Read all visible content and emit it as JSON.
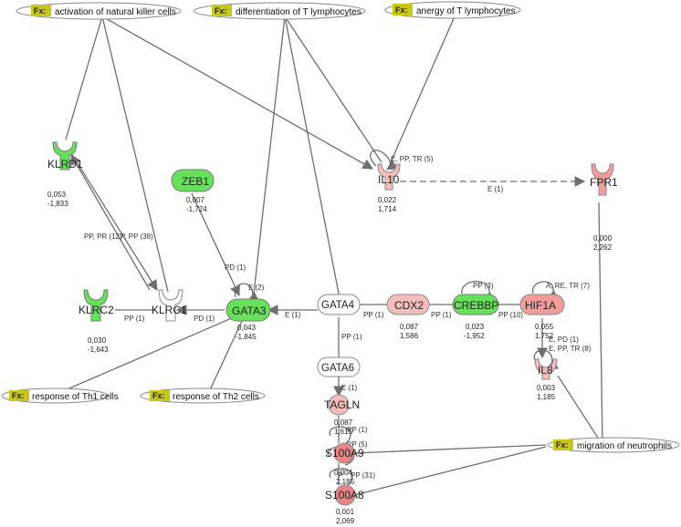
{
  "colors": {
    "edge": "#6f6f6f",
    "node_outline": "#8a8a8a",
    "up_light": "#f5bcbc",
    "up_mid": "#f29c9c",
    "up_dark": "#e98585",
    "down": "#66e25a",
    "neutral": "#ffffff",
    "fx_tag": "#c8c814"
  },
  "functions": {
    "nk_activation": {
      "tag": "Fx:",
      "label": "activation of natural killer cells"
    },
    "t_diff": {
      "tag": "Fx:",
      "label": "differentiation of T lymphocytes"
    },
    "t_anergy": {
      "tag": "Fx:",
      "label": "anergy of T lymphocytes"
    },
    "th1": {
      "tag": "Fx:",
      "label": "response of Th1 cells"
    },
    "th2": {
      "tag": "Fx:",
      "label": "response of Th2 cells"
    },
    "neutro": {
      "tag": "Fx:",
      "label": "migration of neutrophils"
    }
  },
  "nodes": {
    "klrd1": {
      "name": "KLRD1",
      "v1": "0,053",
      "v2": "-1,833"
    },
    "zeb1": {
      "name": "ZEB1",
      "v1": "0,007",
      "v2": "-1,724"
    },
    "il10": {
      "name": "IL10",
      "v1": "0,022",
      "v2": "1,714"
    },
    "fpr1": {
      "name": "FPR1",
      "v1": "0,000",
      "v2": "2,262"
    },
    "klrc2": {
      "name": "KLRC2",
      "v1": "0,030",
      "v2": "-1,643"
    },
    "klrc1": {
      "name": "KLRC1"
    },
    "gata3": {
      "name": "GATA3",
      "v1": "0,043",
      "v2": "-1,845"
    },
    "gata4": {
      "name": "GATA4"
    },
    "cdx2": {
      "name": "CDX2",
      "v1": "0,087",
      "v2": "1,586"
    },
    "crebbp": {
      "name": "CREBBP",
      "v1": "0,023",
      "v2": "-1,952"
    },
    "hif1a": {
      "name": "HIF1A",
      "v1": "0,055",
      "v2": "1,752"
    },
    "il8": {
      "name": "IL8",
      "v1": "0,003",
      "v2": "1,185"
    },
    "gata6": {
      "name": "GATA6"
    },
    "tagln": {
      "name": "TAGLN",
      "v1": "0,087",
      "v2": "1,615"
    },
    "s100a9": {
      "name": "S100A9",
      "v1": "0,004",
      "v2": "2,185"
    },
    "s100a8": {
      "name": "S100A8",
      "v1": "0,001",
      "v2": "2,069"
    }
  },
  "edges": {
    "klrd1_klrc1_a": "PP, PR (12)",
    "klrd1_klrc1_b": "P, PP (38)",
    "il10_self": "E, PP, TR (5)",
    "il10_fpr1": "E (1)",
    "zeb1_gata3": "PD (1)",
    "gata3_self": "E (2)",
    "klrc1_klrc2": "PP (1)",
    "gata3_klrc1": "PD (1)",
    "gata4_gata3": "E (1)",
    "gata4_cdx2": "PP (1)",
    "cdx2_crebbp": "PP (1)",
    "crebbp_self": "PP (3)",
    "crebbp_hif1a": "PP (10)",
    "hif1a_self": "A, RE, TR (7)",
    "hif1a_il8": "E, PD (1)",
    "il8_self": "E, PP, TR (8)",
    "gata4_gata6": "PP (1)",
    "gata6_tagln": "E (1)",
    "tagln_self": "PP (1)",
    "s100a9_self": "PP (5)",
    "s100a8_pp": "PP (31)",
    "s100a8_p": "P"
  }
}
